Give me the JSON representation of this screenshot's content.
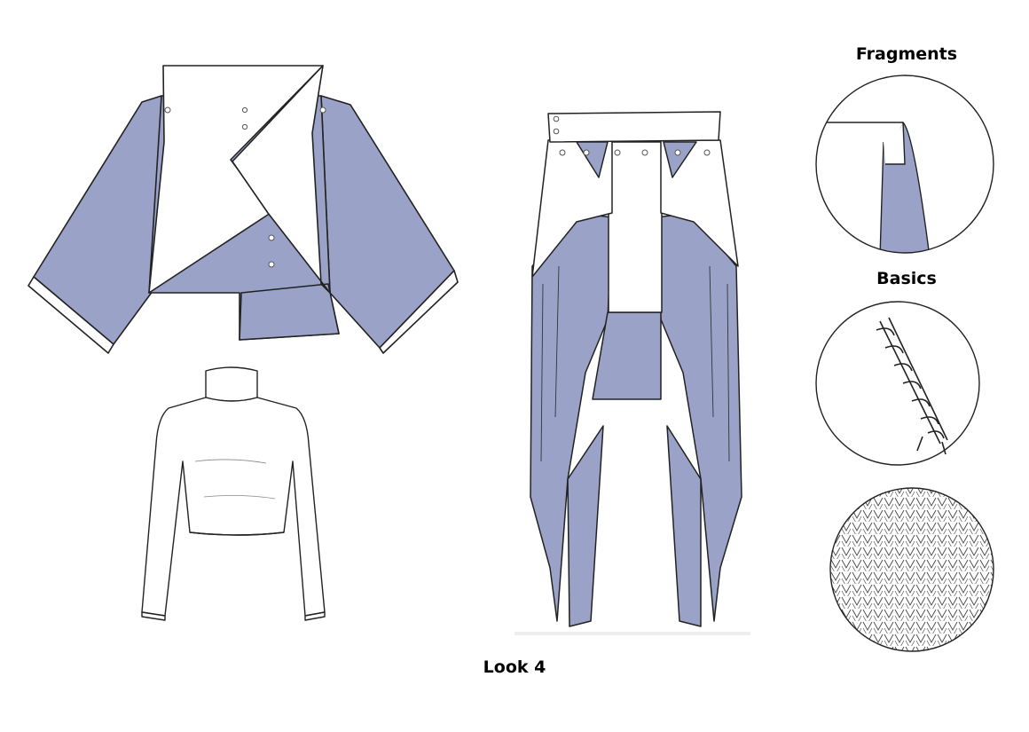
{
  "labels": {
    "fragments": "Fragments",
    "basics": "Basics",
    "look": "Look 4"
  },
  "colors": {
    "fabric": "#9aa3c7",
    "outline": "#222222",
    "paper": "#ffffff"
  },
  "items": [
    {
      "name": "wrap-jacket",
      "icon": "jacket-flat-sketch"
    },
    {
      "name": "turtleneck-top",
      "icon": "turtleneck-flat-sketch"
    },
    {
      "name": "draped-skirt",
      "icon": "skirt-flat-sketch"
    },
    {
      "name": "fragment-detail",
      "icon": "collar-fragment-swatch"
    },
    {
      "name": "basics-cord",
      "icon": "twisted-cord-swatch"
    },
    {
      "name": "basics-knit",
      "icon": "knit-texture-swatch"
    }
  ]
}
